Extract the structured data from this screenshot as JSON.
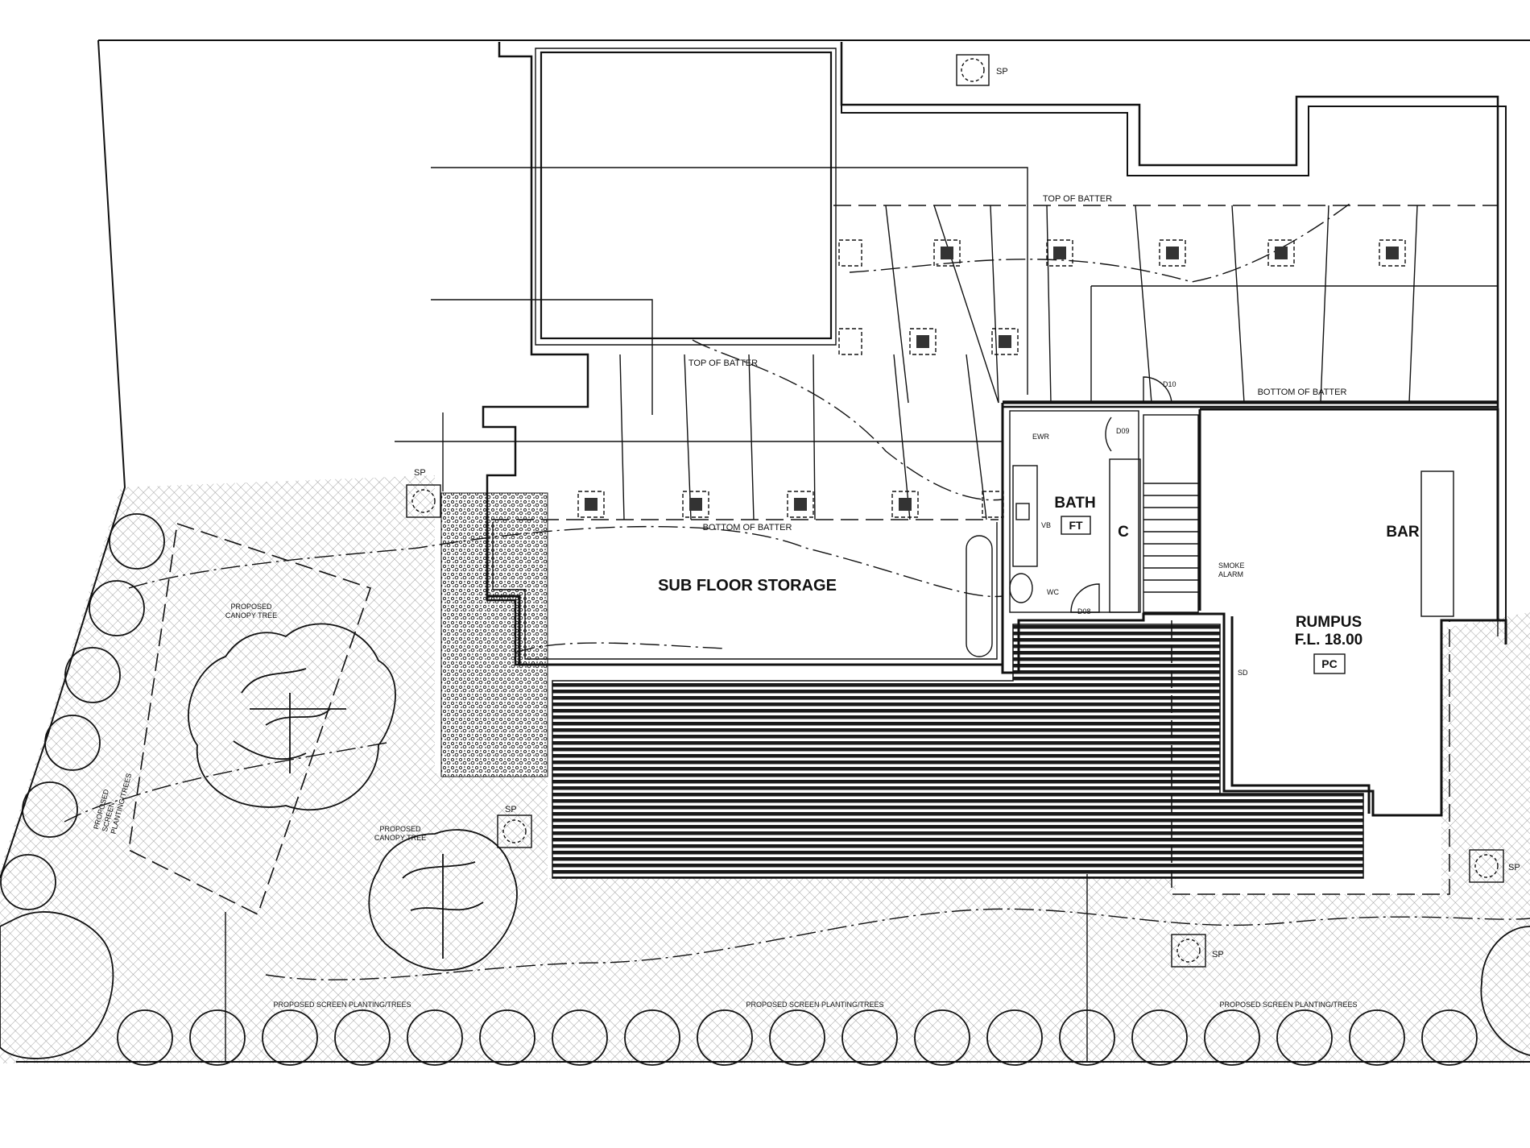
{
  "labels": {
    "sub_floor_storage": "SUB FLOOR STORAGE",
    "bath": "BATH",
    "ft": "FT",
    "c": "C",
    "bar": "BAR",
    "rumpus": "RUMPUS",
    "rumpus_fl": "F.L. 18.00",
    "pc": "PC",
    "top_of_batter": "TOP OF BATTER",
    "bottom_of_batter": "BOTTOM OF BATTER",
    "proposed_canopy_tree": "PROPOSED\nCANOPY TREE",
    "proposed_screen_planting": "PROPOSED SCREEN PLANTING/TREES",
    "proposed_screen_planting_vertical": "PROPOSED\nSCREEN\nPLANTING/TREES",
    "sp": "SP",
    "ewr": "EWR",
    "vb": "VB",
    "wc": "WC",
    "smoke_alarm": "SMOKE\nALARM",
    "sd": "SD",
    "d08": "D08",
    "d09": "D09",
    "d10": "D10"
  },
  "colors": {
    "line": "#111111",
    "hatch": "#9a9a9a",
    "background": "#ffffff"
  }
}
